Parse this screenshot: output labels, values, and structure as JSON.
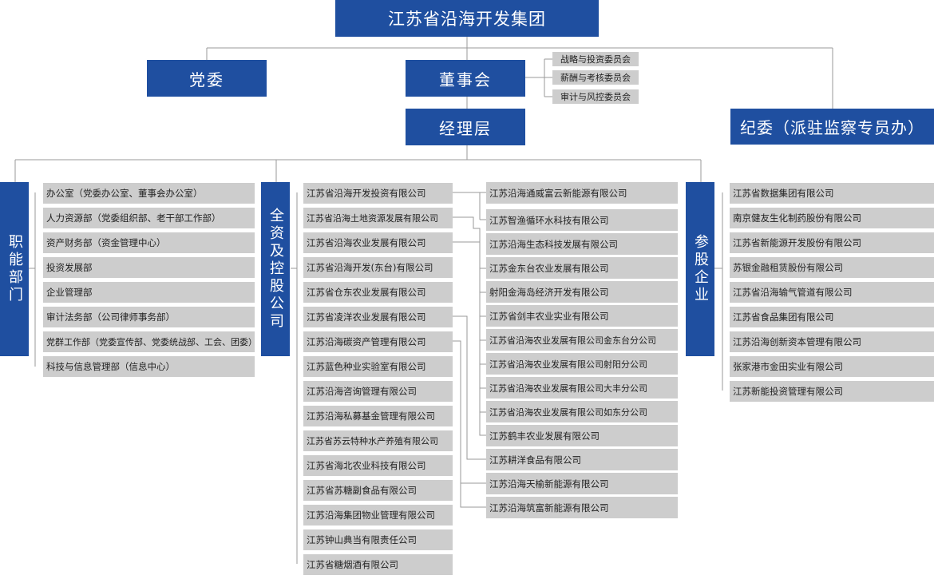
{
  "root": "江苏省沿海开发集团",
  "party_committee": "党委",
  "board": "董事会",
  "board_committees": [
    "战略与投资委员会",
    "薪酬与考核委员会",
    "审计与风控委员会"
  ],
  "management": "经理层",
  "discipline": "纪委（派驻监察专员办）",
  "functional": {
    "label": "职能部门",
    "items": [
      "办公室（党委办公室、董事会办公室）",
      "人力资源部（党委组织部、老干部工作部）",
      "资产财务部（资金管理中心）",
      "投资发展部",
      "企业管理部",
      "审计法务部（公司律师事务部）",
      "党群工作部（党委宣传部、党委统战部、工会、团委）",
      "科技与信息管理部（信息中心）"
    ]
  },
  "holdings": {
    "label": "全资及控股公司",
    "left": [
      "江苏省沿海开发投资有限公司",
      "江苏省沿海土地资源发展有限公司",
      "江苏省沿海农业发展有限公司",
      "江苏省沿海开发(东台)有限公司",
      "江苏省仓东农业发展有限公司",
      "江苏省凌洋农业发展有限公司",
      "江苏沿海碳资产管理有限公司",
      "江苏蓝色种业实验室有限公司",
      "江苏沿海咨询管理有限公司",
      "江苏沿海私募基金管理有限公司",
      "江苏省苏云特种水产养殖有限公司",
      "江苏省海北农业科技有限公司",
      "江苏省苏糖副食品有限公司",
      "江苏沿海集团物业管理有限公司",
      "江苏钟山典当有限责任公司",
      "江苏省糖烟酒有限公司"
    ],
    "right": [
      "江苏沿海通威富云新能源有限公司",
      "江苏智渔循环水科技有限公司",
      "江苏沿海生态科技发展有限公司",
      "江苏金东台农业发展有限公司",
      "射阳金海岛经济开发有限公司",
      "江苏省剑丰农业实业有限公司",
      "江苏省沿海农业发展有限公司金东台分公司",
      "江苏省沿海农业发展有限公司射阳分公司",
      "江苏省沿海农业发展有限公司大丰分公司",
      "江苏省沿海农业发展有限公司如东分公司",
      "江苏鹤丰农业发展有限公司",
      "江苏耕洋食品有限公司",
      "江苏沿海天榆新能源有限公司",
      "江苏沿海筑富新能源有限公司"
    ]
  },
  "participating": {
    "label": "参股企业",
    "items": [
      "江苏省数据集团有限公司",
      "南京健友生化制药股份有限公司",
      "江苏省新能源开发股份有限公司",
      "苏银金融租赁股份有限公司",
      "江苏省沿海输气管道有限公司",
      "江苏省食品集团有限公司",
      "江苏沿海创新资本管理有限公司",
      "张家港市金田实业有限公司",
      "江苏新能投资管理有限公司"
    ]
  }
}
